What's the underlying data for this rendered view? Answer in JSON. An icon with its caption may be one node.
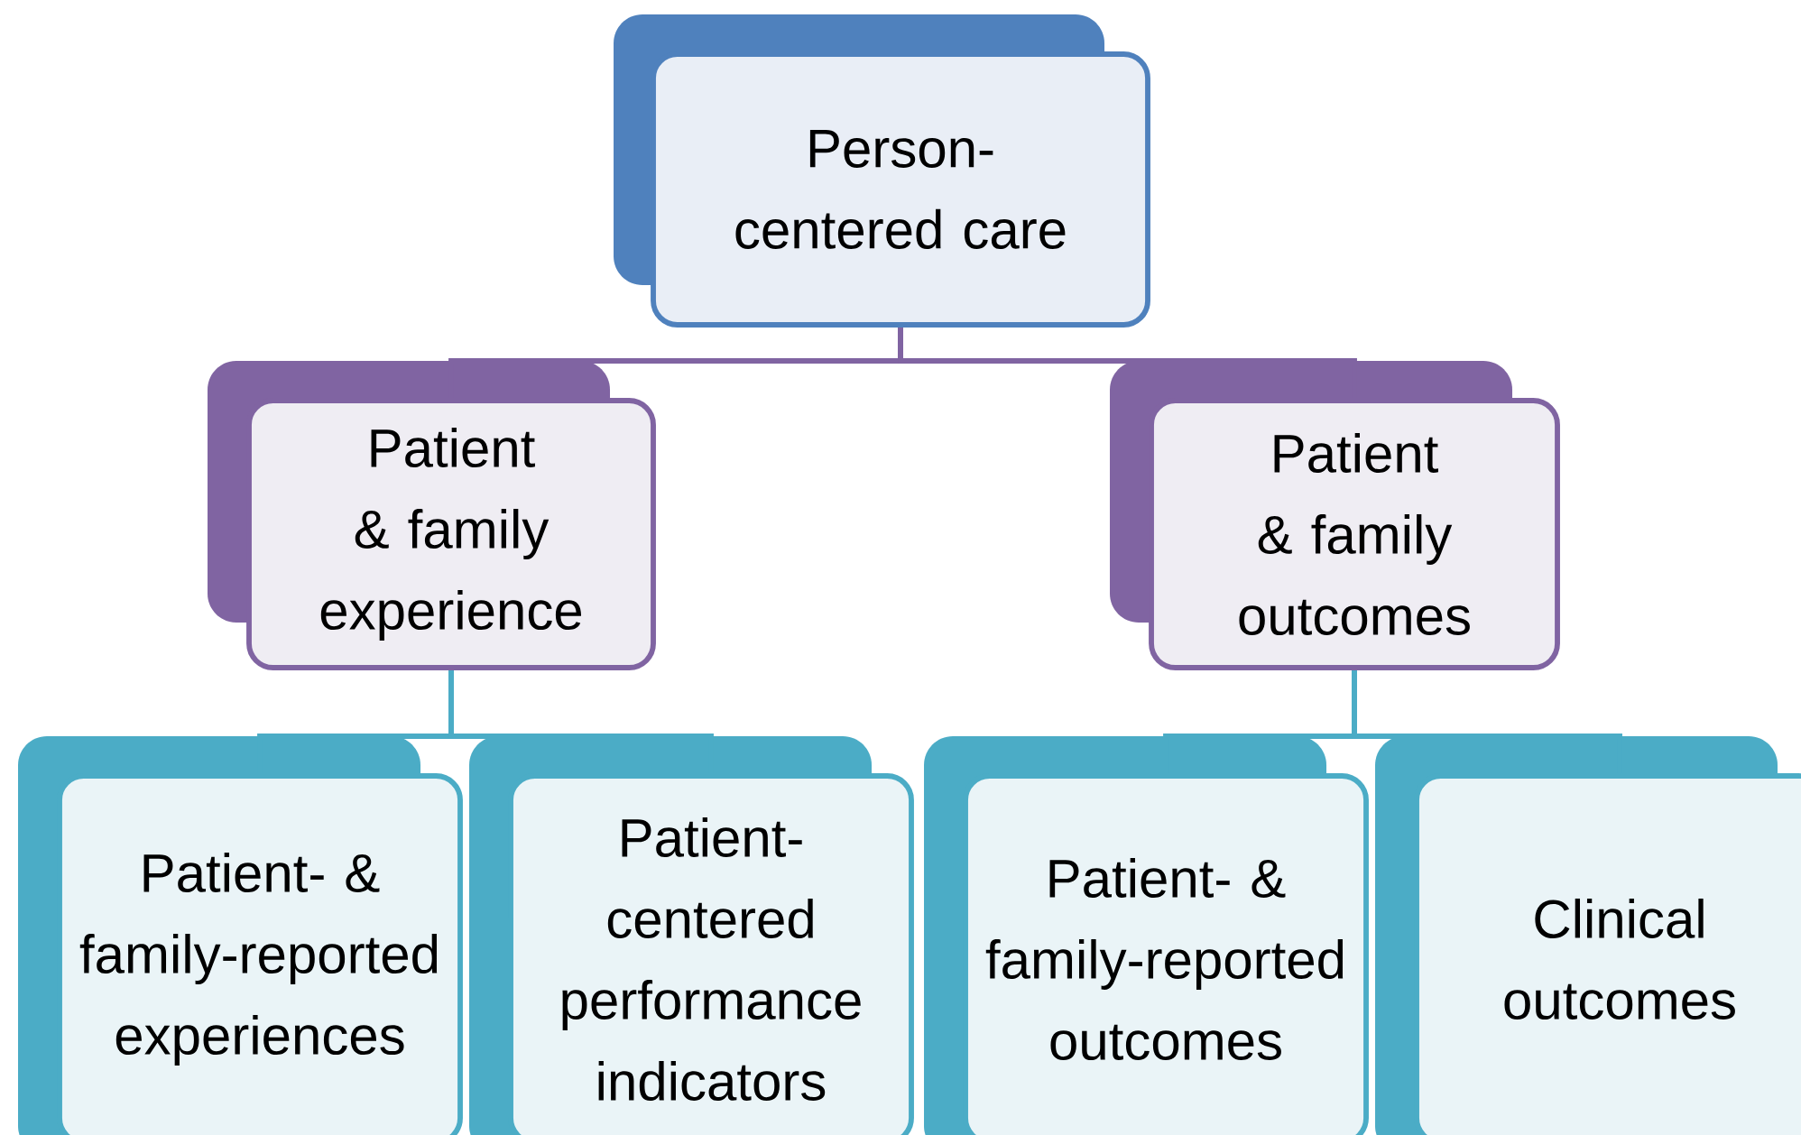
{
  "diagram": {
    "nodes": [
      {
        "text": [
          "Person-centered care"
        ]
      },
      {
        "text": [
          "Patient & family experience"
        ]
      },
      {
        "text": [
          "Patient & family outcomes"
        ]
      },
      {
        "text": [
          "Patient- & family-reported experiences"
        ]
      },
      {
        "text": [
          "Patient-centered performance indicators"
        ]
      },
      {
        "text": [
          "Patient- & family-reported outcomes"
        ]
      },
      {
        "text": [
          "Clinical outcomes"
        ]
      }
    ],
    "edges": [
      {
        "from": 0,
        "to": 1,
        "arrow": "none",
        "color": "#8064a2"
      },
      {
        "from": 0,
        "to": 2,
        "arrow": "none",
        "color": "#8064a2"
      },
      {
        "from": 1,
        "to": 3,
        "arrow": "none"
      },
      {
        "from": 1,
        "to": 4,
        "arrow": "none"
      },
      {
        "from": 2,
        "to": 5,
        "arrow": "none"
      },
      {
        "from": 2,
        "to": 6,
        "arrow": "none"
      }
    ]
  }
}
